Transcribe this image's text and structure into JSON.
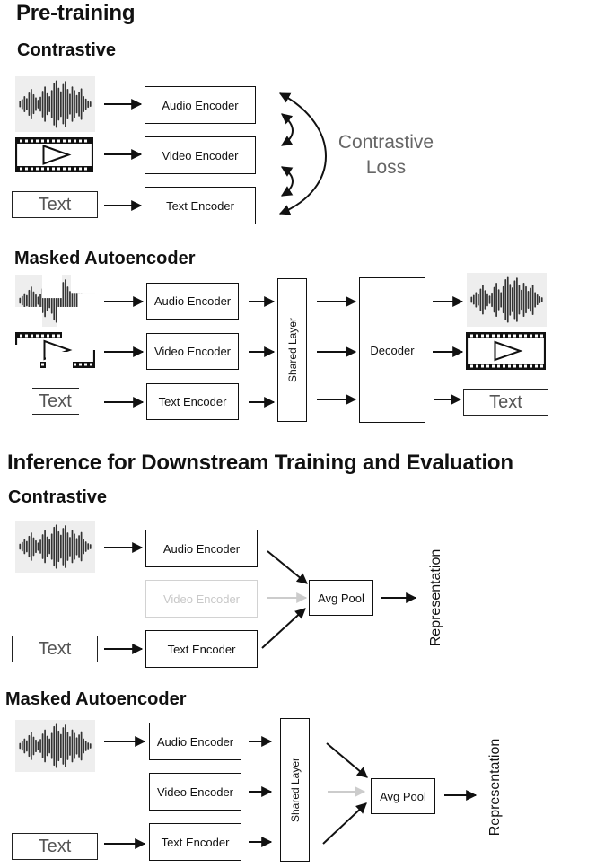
{
  "pretraining": {
    "title": "Pre-training",
    "contrastive": {
      "heading": "Contrastive",
      "encoders": [
        "Audio Encoder",
        "Video Encoder",
        "Text Encoder"
      ],
      "text_input": "Text",
      "loss_label_line1": "Contrastive",
      "loss_label_line2": "Loss"
    },
    "mae": {
      "heading": "Masked Autoencoder",
      "encoders": [
        "Audio Encoder",
        "Video Encoder",
        "Text Encoder"
      ],
      "masked_text_input": "Text",
      "shared_layer": "Shared Layer",
      "decoder": "Decoder",
      "text_output": "Text"
    }
  },
  "inference": {
    "title": "Inference for Downstream Training and Evaluation",
    "contrastive": {
      "heading": "Contrastive",
      "encoders": [
        "Audio Encoder",
        "Video Encoder",
        "Text Encoder"
      ],
      "text_input": "Text",
      "pool": "Avg Pool",
      "output": "Representation"
    },
    "mae": {
      "heading": "Masked Autoencoder",
      "encoders": [
        "Audio Encoder",
        "Video Encoder",
        "Text Encoder"
      ],
      "text_input": "Text",
      "shared_layer": "Shared Layer",
      "pool": "Avg Pool",
      "output": "Representation"
    }
  },
  "colors": {
    "line": "#111111",
    "faded": "#cccccc",
    "icon_bg": "#eeeeee",
    "loss_text": "#666666"
  },
  "icons": [
    "waveform-icon",
    "video-film-icon"
  ]
}
